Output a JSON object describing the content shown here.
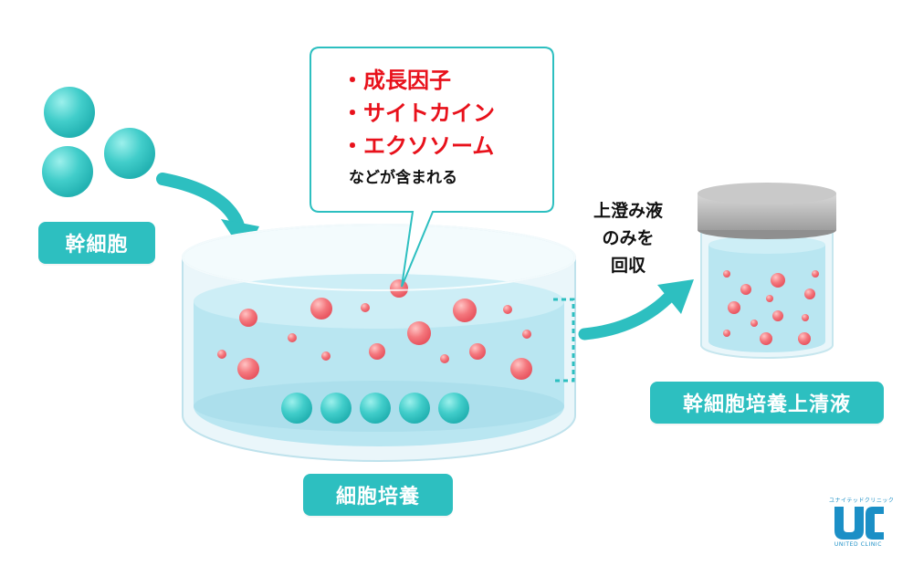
{
  "labels": {
    "stem_cells": "幹細胞",
    "cell_culture": "細胞培養",
    "supernatant": "幹細胞培養上清液",
    "collect_lines": [
      "上澄み液",
      "のみを",
      "回収"
    ]
  },
  "callout": {
    "items": [
      "成長因子",
      "サイトカイン",
      "エクソソーム"
    ],
    "bullet": "・",
    "note": "などが含まれる"
  },
  "logo": {
    "top_text": "ユナイテッドクリニック",
    "mark_text": "UC",
    "bottom_text": "UNITED CLINIC"
  },
  "colors": {
    "teal": "#2dbfc0",
    "red_text": "#e8111b",
    "cell_red": "#f2707a",
    "liquid": "#b9e6f1",
    "logo_blue": "#1b8fc6"
  }
}
